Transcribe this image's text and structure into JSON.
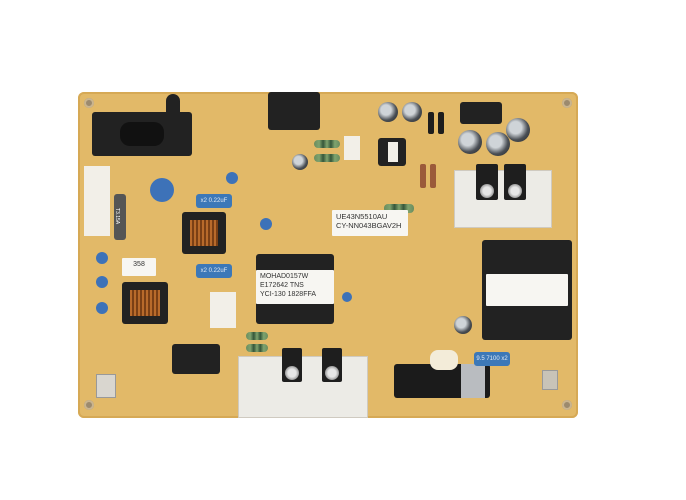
{
  "image": {
    "subject": "TV power supply board (PCB)",
    "background_color": "#ffffff",
    "board_color": "#e2b968"
  },
  "labels": {
    "model_label_line1": "UE43N5510AU",
    "model_label_line2": "CY-NN043BGAV2H",
    "transformer_label_line1": "MOHAD0157W",
    "transformer_label_line2": "E172642 TNS",
    "transformer_label_line3": "YCI-130 1828FFA",
    "filter_cap_top": "x2 0.22uF",
    "filter_cap_bottom": "x2 0.22uF",
    "small_white_label": "358",
    "blue_cap_bottom_right": "9.5 7100 x2",
    "fuse_label": "T3.15A"
  },
  "components": {
    "ac_inlet": "AC power inlet (2-pin)",
    "main_transformer": "Main SMPS transformer",
    "bridge_rectifier": "Bridge rectifier",
    "bulk_capacitor": "Bulk electrolytic capacitor",
    "heatsinks": [
      "Left heatsink with 2 MOSFETs",
      "Right heatsink with 2 regulators"
    ],
    "connectors": [
      "Top center connector",
      "Top right output connector"
    ]
  }
}
